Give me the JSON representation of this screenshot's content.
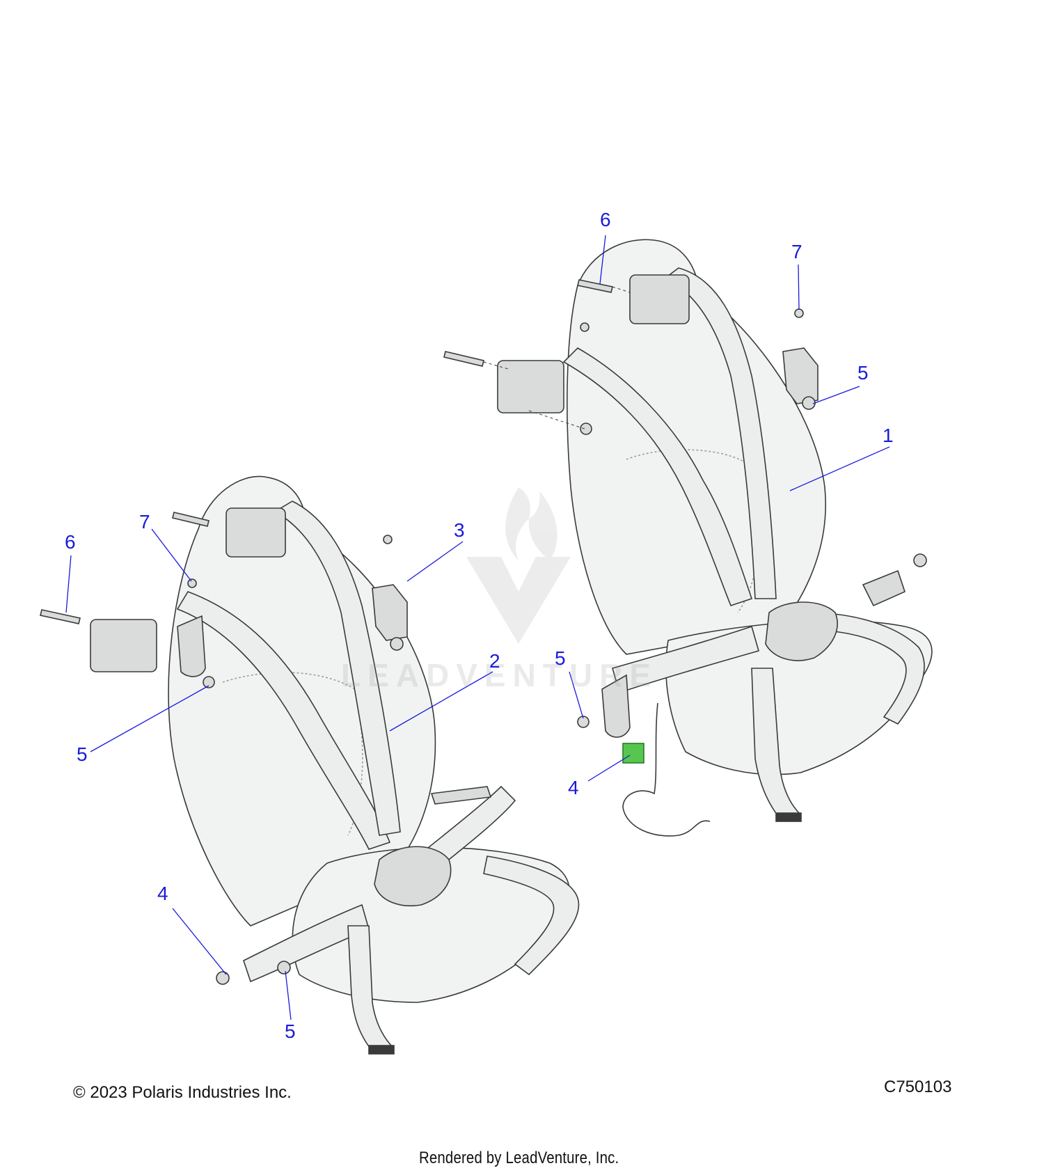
{
  "diagram": {
    "callouts": [
      {
        "id": "c1",
        "label": "1"
      },
      {
        "id": "c2",
        "label": "2"
      },
      {
        "id": "c3",
        "label": "3"
      },
      {
        "id": "c4a",
        "label": "4"
      },
      {
        "id": "c4b",
        "label": "4"
      },
      {
        "id": "c5a",
        "label": "5"
      },
      {
        "id": "c5b",
        "label": "5"
      },
      {
        "id": "c5c",
        "label": "5"
      },
      {
        "id": "c5d",
        "label": "5"
      },
      {
        "id": "c6a",
        "label": "6"
      },
      {
        "id": "c6b",
        "label": "6"
      },
      {
        "id": "c7a",
        "label": "7"
      },
      {
        "id": "c7b",
        "label": "7"
      }
    ],
    "watermark": "LEADVENTURE",
    "colors": {
      "callout": "#1a1adc",
      "outline": "#3a3a3a",
      "seat_fill": "#f1f3f2",
      "strap_fill": "#eceeed",
      "part_fill": "#d9dcdb",
      "highlight": "#57c64e"
    }
  },
  "footer": {
    "copyright": "© 2023 Polaris Industries Inc.",
    "diagram_code": "C750103",
    "rendered_by": "Rendered by LeadVenture, Inc."
  }
}
